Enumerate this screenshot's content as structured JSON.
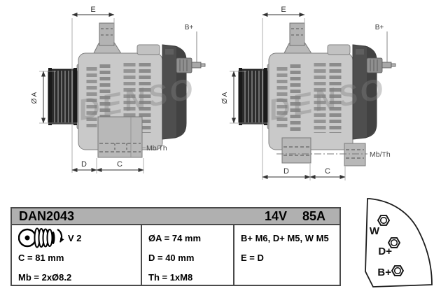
{
  "drawing": {
    "watermark": "DENSO",
    "dims": {
      "e": "E",
      "b_plus": "B+",
      "phi_a": "Ø A",
      "d": "D",
      "c": "C",
      "mb_th": "Mb/Th"
    }
  },
  "table": {
    "part_number": "DAN2043",
    "voltage": "14V",
    "current": "85A",
    "pulley": {
      "type_label": "V 2"
    },
    "specs": {
      "c": "C = 81 mm",
      "mb": "Mb = 2xØ8.2",
      "phi_a": "ØA = 74 mm",
      "d": "D = 40 mm",
      "th": "Th = 1xM8",
      "terminals": "B+ M6, D+ M5, W M5",
      "e": "E = D"
    }
  },
  "connector_view": {
    "terminals": [
      {
        "label": "W"
      },
      {
        "label": "D+"
      },
      {
        "label": "B+"
      }
    ]
  },
  "colors": {
    "header_bg": "#b0b0b0",
    "table_border": "#4a4a4a",
    "body_gray": "#c9c9c9",
    "rear_gray": "#4e4e4e",
    "pulley_dark": "#2b2b2b",
    "dim_line": "#333333"
  }
}
